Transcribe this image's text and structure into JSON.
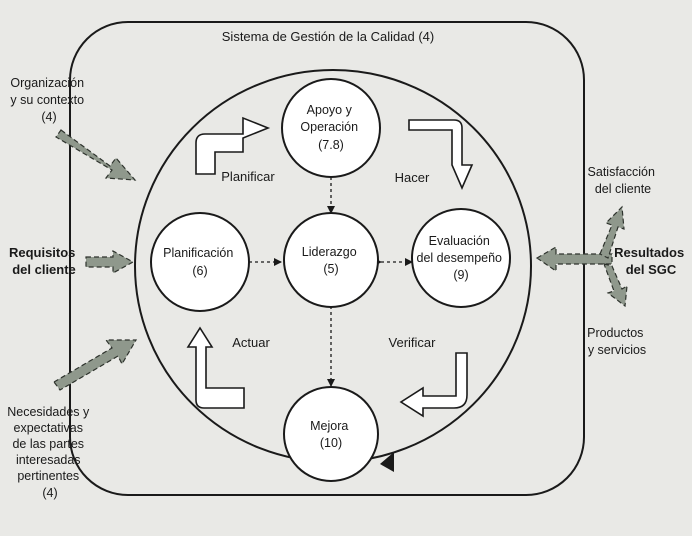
{
  "diagram": {
    "system_title": "Sistema de Gestión de la Calidad (4)",
    "nodes": {
      "apoyo": [
        "Apoyo y",
        "Operación",
        "(7.8)"
      ],
      "planificacion": [
        "Planificación",
        "(6)"
      ],
      "liderazgo": [
        "Liderazgo",
        "(5)"
      ],
      "evaluacion": [
        "Evaluación",
        "del desempeño",
        "(9)"
      ],
      "mejora": [
        "Mejora",
        "(10)"
      ]
    },
    "cycle_labels": {
      "planificar": "Planificar",
      "hacer": "Hacer",
      "actuar": "Actuar",
      "verificar": "Verificar"
    },
    "inputs": {
      "organizacion": [
        "Organización",
        "y su contexto",
        "(4)"
      ],
      "requisitos": [
        "Requisitos",
        "del cliente"
      ],
      "necesidades": [
        "Necesidades y",
        "expectativas",
        "de las partes",
        "interesadas",
        "pertinentes",
        "(4)"
      ]
    },
    "outputs": {
      "resultados": [
        "Resultados",
        "del SGC"
      ],
      "satisfaccion": [
        "Satisfacción",
        "del cliente"
      ],
      "productos": [
        "Productos",
        "y servicios"
      ]
    },
    "colors": {
      "input_arrow_fill": "#8f988c",
      "line": "#1a1a1a",
      "background": "#e9e9e6"
    }
  }
}
